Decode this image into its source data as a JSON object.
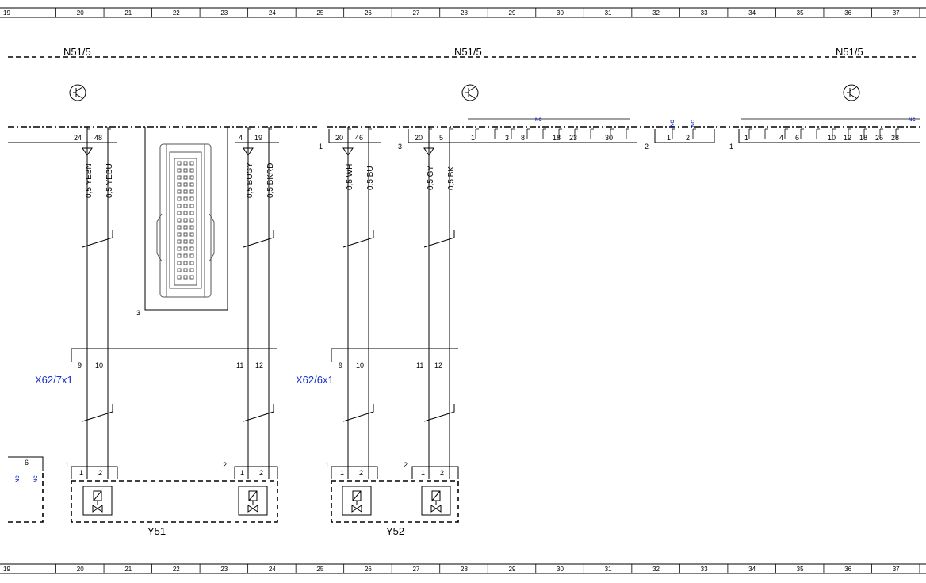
{
  "grid_columns": [
    "19",
    "20",
    "21",
    "22",
    "23",
    "24",
    "25",
    "26",
    "27",
    "28",
    "29",
    "30",
    "31",
    "32",
    "33",
    "34",
    "35",
    "36",
    "37"
  ],
  "modules": {
    "left": "N51/5",
    "center": "N51/5",
    "right": "N51/5"
  },
  "connectors": {
    "x62_7x1": "X62/7x1",
    "x62_6x1": "X62/6x1"
  },
  "components": {
    "y51": "Y51",
    "y52": "Y52"
  },
  "wires": {
    "w1": "0,5 YEBN",
    "w2": "0,5 YEBU",
    "w3": "0,5 BUGY",
    "w4": "0,5 BKRD",
    "w5": "0,5 WH",
    "w6": "0,5 BU",
    "w7": "0,5 GY",
    "w8": "0,5 BK"
  },
  "pins": {
    "n24": "24",
    "n48": "48",
    "n4": "4",
    "n19": "19",
    "n20a": "20",
    "n46": "46",
    "n20b": "20",
    "n5": "5",
    "c9a": "9",
    "c10a": "10",
    "c11a": "11",
    "c12a": "12",
    "c9b": "9",
    "c10b": "10",
    "c11b": "11",
    "c12b": "12",
    "y1a": "1",
    "y2a": "2",
    "y1b": "1",
    "y2b": "2",
    "y1c": "1",
    "y2c": "2",
    "y1d": "1",
    "y2d": "2",
    "g1": "1",
    "g3": "3",
    "g8": "8",
    "g18": "18",
    "g23": "23",
    "g30": "30",
    "h1": "1",
    "h2": "2",
    "r1": "1",
    "r4": "4",
    "r6": "6",
    "r10": "10",
    "r12": "12",
    "r18": "18",
    "r26": "26",
    "r28": "28",
    "l6": "6"
  },
  "callouts": {
    "c1": "1",
    "c3": "3",
    "c2": "2",
    "c1r": "1",
    "c3b": "3",
    "y_c1": "1",
    "y_c2": "2",
    "y_c3": "1",
    "y_c4": "2"
  },
  "nc": {
    "nc1": "NC",
    "nc2": "NC",
    "nc3": "NC",
    "nc4": "NC",
    "nc5": "NC",
    "nc6": "NC"
  }
}
